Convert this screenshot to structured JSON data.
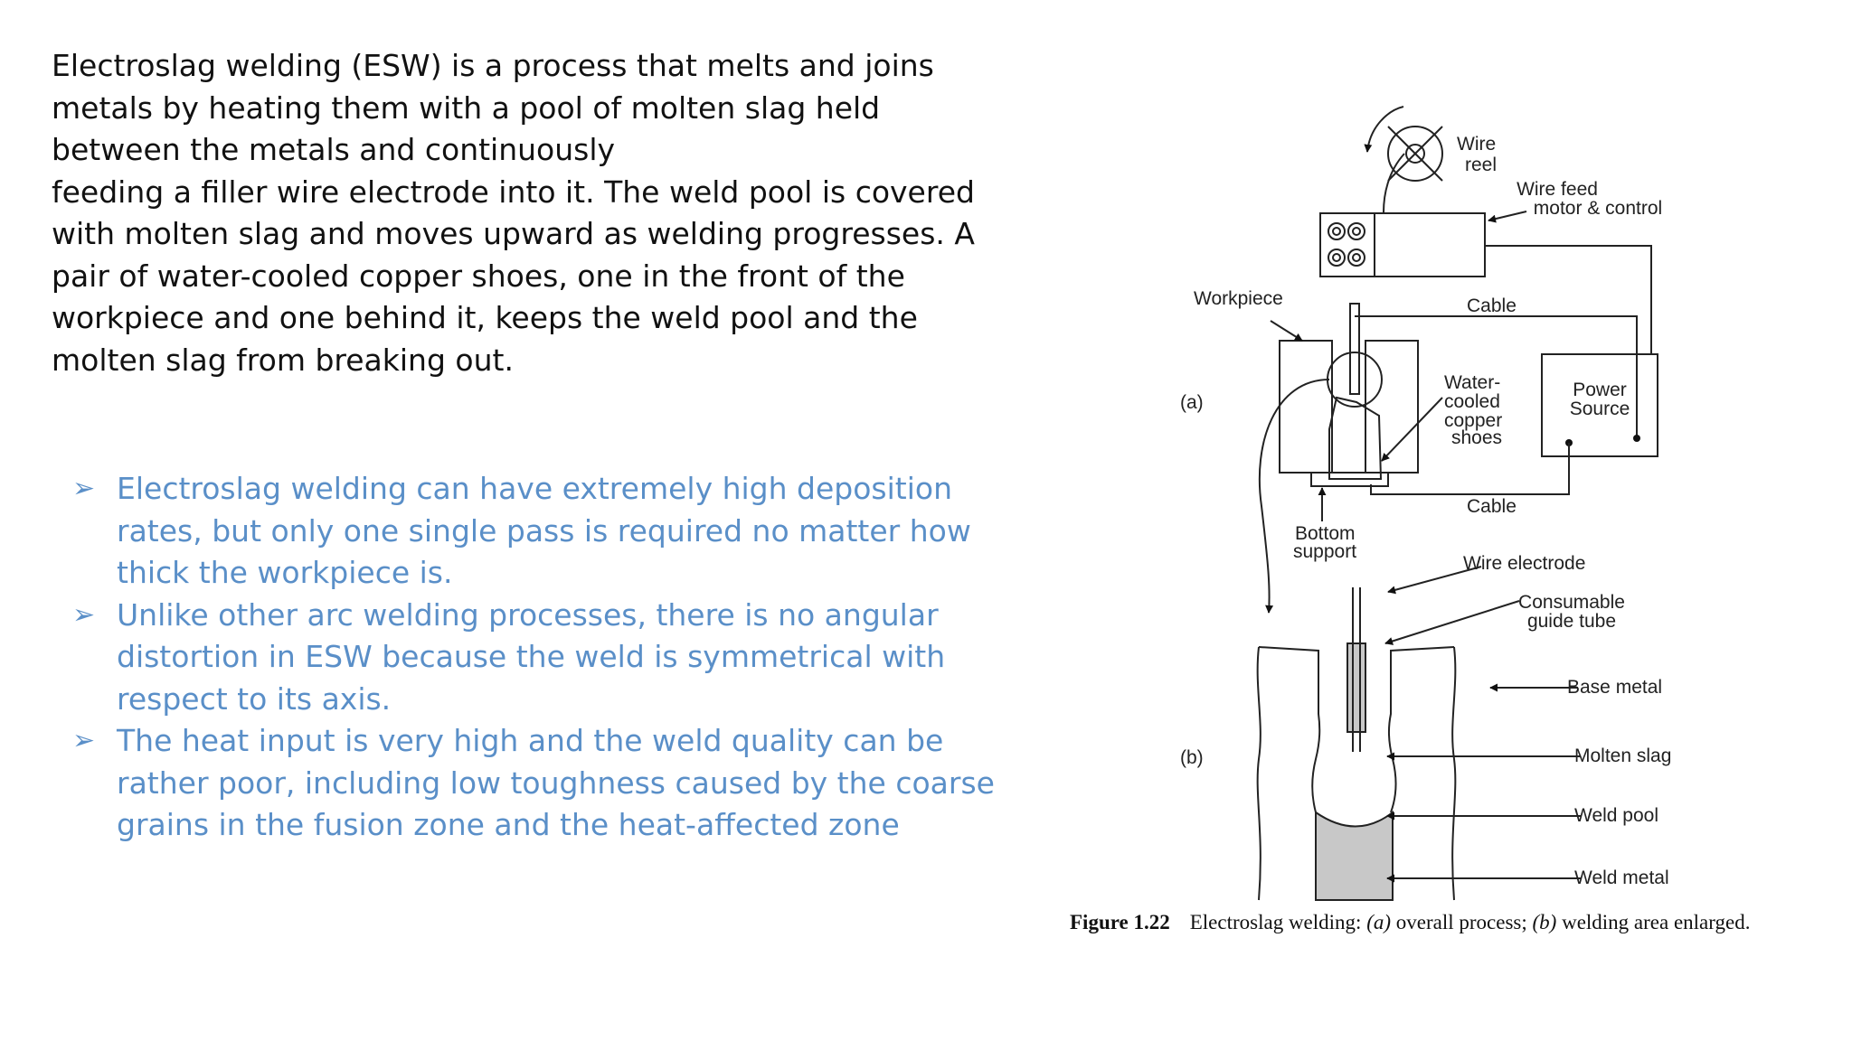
{
  "colors": {
    "text": "#111111",
    "bullet_text": "#5a8fc8",
    "weld_metal": "#c8c8c8",
    "line": "#222222"
  },
  "intro_lines": [
    "Electroslag welding (ESW) is a process that melts and joins",
    "metals by heating them with a pool of molten slag held",
    "between the metals and continuously",
    "feeding a filler wire electrode into it. The weld pool is covered",
    "with molten slag and moves upward as welding progresses. A",
    "pair of water-cooled copper shoes, one in the front of the",
    "workpiece and one behind it, keeps the weld pool and the",
    "molten slag from breaking out."
  ],
  "bullets": {
    "icon": "arrow-bullet-icon",
    "items": [
      {
        "lines": [
          "Electroslag welding can have extremely high deposition",
          "rates, but only one single pass is required no matter how",
          "thick the workpiece is."
        ]
      },
      {
        "lines": [
          "Unlike other arc welding processes, there is no angular",
          "distortion in ESW because the weld is symmetrical with",
          "respect to its axis."
        ]
      },
      {
        "lines": [
          "The heat input is very high and the weld quality can be",
          "rather poor, including low toughness caused by the coarse",
          "grains in the fusion zone and the heat-affected zone"
        ]
      }
    ]
  },
  "figure": {
    "labels": {
      "wire_reel": [
        "Wire",
        "reel"
      ],
      "wire_feed": [
        "Wire feed",
        "motor & control"
      ],
      "workpiece": "Workpiece",
      "cable_top": "Cable",
      "part_a": "(a)",
      "shoes": [
        "Water-",
        "cooled",
        "copper",
        "shoes"
      ],
      "power_source": [
        "Power",
        "Source"
      ],
      "cable_bottom": "Cable",
      "bottom_support": [
        "Bottom",
        "support"
      ],
      "wire_electrode": "Wire electrode",
      "guide_tube": [
        "Consumable",
        "guide tube"
      ],
      "base_metal": "Base metal",
      "part_b": "(b)",
      "molten_slag": "Molten slag",
      "weld_pool": "Weld pool",
      "weld_metal": "Weld metal"
    },
    "caption": {
      "number": "Figure 1.22",
      "text_parts": [
        "Electroslag welding: ",
        "(a)",
        " overall process; ",
        "(b)",
        " welding area enlarged."
      ]
    }
  }
}
